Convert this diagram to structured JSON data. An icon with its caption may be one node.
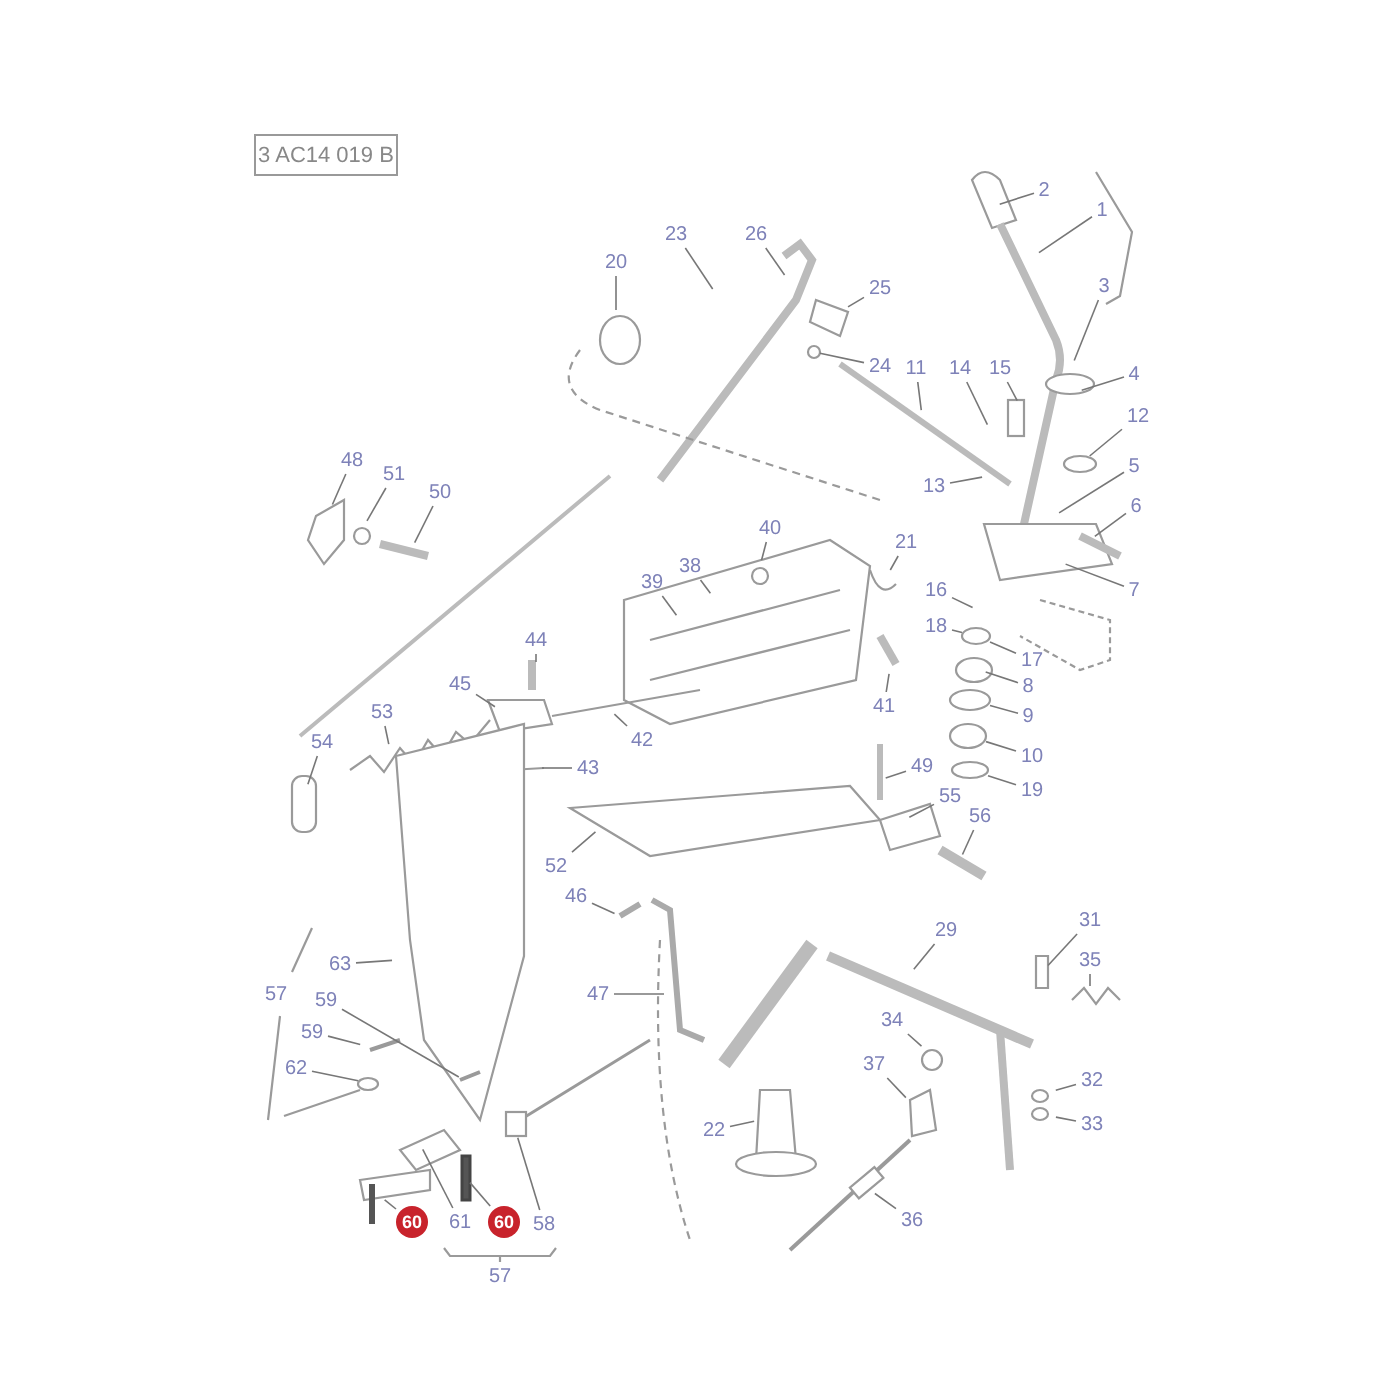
{
  "diagram": {
    "nodes": [
      {
        "text": [
          "3 AC14 019 B"
        ]
      },
      {
        "text": [
          "2"
        ]
      },
      {
        "text": [
          "1"
        ]
      },
      {
        "text": [
          "20"
        ]
      },
      {
        "text": [
          "23"
        ]
      },
      {
        "text": [
          "26"
        ]
      },
      {
        "text": [
          "3"
        ]
      },
      {
        "text": [
          "25"
        ]
      },
      {
        "text": [
          "24"
        ]
      },
      {
        "text": [
          "11"
        ]
      },
      {
        "text": [
          "14"
        ]
      },
      {
        "text": [
          "15"
        ]
      },
      {
        "text": [
          "4"
        ]
      },
      {
        "text": [
          "12"
        ]
      },
      {
        "text": [
          "5"
        ]
      },
      {
        "text": [
          "13"
        ]
      },
      {
        "text": [
          "48"
        ]
      },
      {
        "text": [
          "51"
        ]
      },
      {
        "text": [
          "50"
        ]
      },
      {
        "text": [
          "6"
        ]
      },
      {
        "text": [
          "40"
        ]
      },
      {
        "text": [
          "21"
        ]
      },
      {
        "text": [
          "38"
        ]
      },
      {
        "text": [
          "39"
        ]
      },
      {
        "text": [
          "7"
        ]
      },
      {
        "text": [
          "16"
        ]
      },
      {
        "text": [
          "18"
        ]
      },
      {
        "text": [
          "44"
        ]
      },
      {
        "text": [
          "17"
        ]
      },
      {
        "text": [
          "45"
        ]
      },
      {
        "text": [
          "8"
        ]
      },
      {
        "text": [
          "41"
        ]
      },
      {
        "text": [
          "53"
        ]
      },
      {
        "text": [
          "9"
        ]
      },
      {
        "text": [
          "42"
        ]
      },
      {
        "text": [
          "54"
        ]
      },
      {
        "text": [
          "10"
        ]
      },
      {
        "text": [
          "43"
        ]
      },
      {
        "text": [
          "49"
        ]
      },
      {
        "text": [
          "19"
        ]
      },
      {
        "text": [
          "55"
        ]
      },
      {
        "text": [
          "56"
        ]
      },
      {
        "text": [
          "52"
        ]
      },
      {
        "text": [
          "46"
        ]
      },
      {
        "text": [
          "31"
        ]
      },
      {
        "text": [
          "29"
        ]
      },
      {
        "text": [
          "35"
        ]
      },
      {
        "text": [
          "63"
        ]
      },
      {
        "text": [
          "47"
        ]
      },
      {
        "text": [
          "59"
        ]
      },
      {
        "text": [
          "34"
        ]
      },
      {
        "text": [
          "59"
        ]
      },
      {
        "text": [
          "37"
        ]
      },
      {
        "text": [
          "62"
        ]
      },
      {
        "text": [
          "32"
        ]
      },
      {
        "text": [
          "33"
        ]
      },
      {
        "text": [
          "22"
        ]
      },
      {
        "text": [
          "36"
        ]
      },
      {
        "text": [
          "60"
        ]
      },
      {
        "text": [
          "61"
        ]
      },
      {
        "text": [
          "60"
        ]
      },
      {
        "text": [
          "58"
        ]
      },
      {
        "text": [],
        "shape": "picture"
      },
      {
        "text": [],
        "shape": "circle"
      },
      {
        "text": [],
        "shape": "circle"
      },
      {
        "text": [],
        "shape": "circle"
      },
      {
        "text": [],
        "shape": "circle"
      },
      {
        "text": [],
        "shape": "circle"
      },
      {
        "text": [],
        "shape": "bar"
      },
      {
        "text": [],
        "shape": "bar"
      },
      {
        "text": [],
        "shape": "picture"
      },
      {
        "text": [],
        "shape": "circle"
      }
    ],
    "edges": [
      {
        "from": 1,
        "to": null,
        "arrow": "none"
      },
      {
        "from": 2,
        "to": null,
        "arrow": "none"
      },
      {
        "from": 3,
        "to": null,
        "arrow": "none"
      },
      {
        "from": 4,
        "to": null,
        "arrow": "none"
      },
      {
        "from": 5,
        "to": null,
        "arrow": "none"
      },
      {
        "from": 6,
        "to": null,
        "arrow": "none"
      },
      {
        "from": 7,
        "to": 62,
        "arrow": "none"
      },
      {
        "from": 8,
        "to": 71,
        "arrow": "none"
      },
      {
        "from": 9,
        "to": null,
        "arrow": "none"
      },
      {
        "from": 10,
        "to": null,
        "arrow": "none"
      },
      {
        "from": 11,
        "to": null,
        "arrow": "none"
      },
      {
        "from": 12,
        "to": null,
        "arrow": "none"
      },
      {
        "from": 13,
        "to": 63,
        "arrow": "none"
      },
      {
        "from": 14,
        "to": null,
        "arrow": "none"
      },
      {
        "from": 15,
        "to": null,
        "arrow": "none"
      },
      {
        "from": 16,
        "to": null,
        "arrow": "none"
      },
      {
        "from": 17,
        "to": null,
        "arrow": "none"
      },
      {
        "from": 18,
        "to": null,
        "arrow": "none"
      },
      {
        "from": 19,
        "to": null,
        "arrow": "none"
      },
      {
        "from": 20,
        "to": null,
        "arrow": "none"
      },
      {
        "from": 21,
        "to": 70,
        "arrow": "none"
      },
      {
        "from": 22,
        "to": null,
        "arrow": "none"
      },
      {
        "from": 23,
        "to": null,
        "arrow": "none"
      },
      {
        "from": 24,
        "to": null,
        "arrow": "none"
      },
      {
        "from": 25,
        "to": null,
        "arrow": "none"
      },
      {
        "from": 26,
        "to": 64,
        "arrow": "none"
      },
      {
        "from": 27,
        "to": null,
        "arrow": "none"
      },
      {
        "from": 28,
        "to": 64,
        "arrow": "none"
      },
      {
        "from": 29,
        "to": null,
        "arrow": "none"
      },
      {
        "from": 30,
        "to": null,
        "arrow": "none"
      },
      {
        "from": 31,
        "to": null,
        "arrow": "none"
      },
      {
        "from": 32,
        "to": null,
        "arrow": "none"
      },
      {
        "from": 33,
        "to": 65,
        "arrow": "none"
      },
      {
        "from": 34,
        "to": null,
        "arrow": "none"
      },
      {
        "from": 35,
        "to": null,
        "arrow": "none"
      },
      {
        "from": 36,
        "to": 66,
        "arrow": "none"
      },
      {
        "from": 37,
        "to": null,
        "arrow": "none"
      },
      {
        "from": 38,
        "to": null,
        "arrow": "none"
      },
      {
        "from": 39,
        "to": 67,
        "arrow": "none"
      },
      {
        "from": 40,
        "to": null,
        "arrow": "none"
      },
      {
        "from": 41,
        "to": null,
        "arrow": "none"
      },
      {
        "from": 42,
        "to": null,
        "arrow": "none"
      },
      {
        "from": 43,
        "to": null,
        "arrow": "none"
      },
      {
        "from": 44,
        "to": 68,
        "arrow": "none"
      },
      {
        "from": 45,
        "to": null,
        "arrow": "none"
      },
      {
        "from": 46,
        "to": null,
        "arrow": "none"
      },
      {
        "from": 47,
        "to": null,
        "arrow": "none"
      },
      {
        "from": 48,
        "to": null,
        "arrow": "none"
      },
      {
        "from": 49,
        "to": null,
        "arrow": "none"
      },
      {
        "from": 50,
        "to": null,
        "arrow": "none"
      },
      {
        "from": 51,
        "to": null,
        "arrow": "none"
      },
      {
        "from": 52,
        "to": null,
        "arrow": "none"
      },
      {
        "from": 53,
        "to": null,
        "arrow": "none"
      },
      {
        "from": 54,
        "to": null,
        "arrow": "none"
      },
      {
        "from": 55,
        "to": null,
        "arrow": "none"
      },
      {
        "from": 56,
        "to": null,
        "arrow": "none"
      },
      {
        "from": 57,
        "to": null,
        "arrow": "none"
      },
      {
        "from": 58,
        "to": null,
        "arrow": "none"
      },
      {
        "from": 59,
        "to": null,
        "arrow": "none"
      },
      {
        "from": 60,
        "to": 69,
        "arrow": "none"
      },
      {
        "from": 61,
        "to": null,
        "arrow": "none"
      }
    ],
    "labels": [
      "57",
      "57"
    ]
  }
}
